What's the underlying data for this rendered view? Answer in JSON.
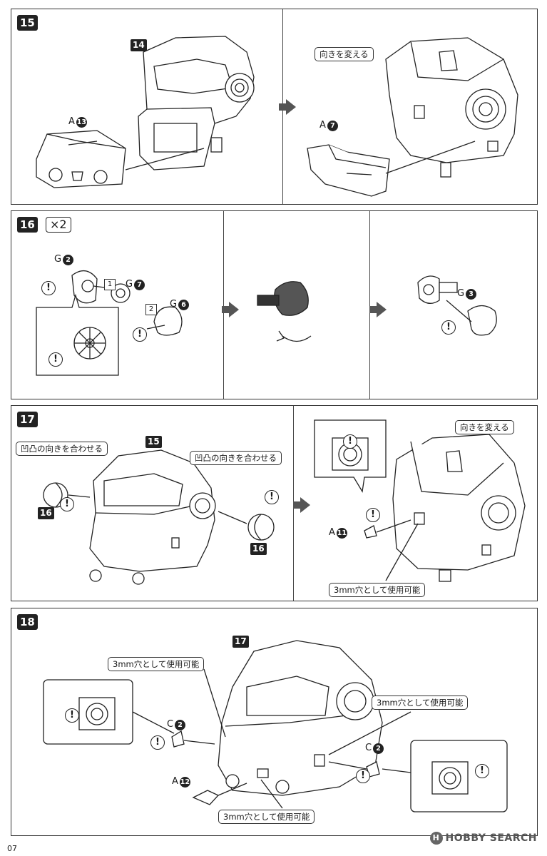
{
  "page_number": "07",
  "watermark": {
    "logo": "H",
    "text": "HOBBY SEARCH"
  },
  "steps": {
    "s15": {
      "step": "15",
      "ref_part": "14",
      "callout": "向きを変える",
      "part_a": "A",
      "part_a_num": "13",
      "part_b": "A",
      "part_b_num": "7"
    },
    "s16": {
      "step": "16",
      "multiplier": "×2",
      "g2": "G",
      "g2_num": "2",
      "g7": "G",
      "g7_num": "7",
      "g6": "G",
      "g6_num": "6",
      "g3": "G",
      "g3_num": "3",
      "order1": "1",
      "order2": "2"
    },
    "s17": {
      "step": "17",
      "ref_part": "15",
      "callout_left": "凹凸の向きを合わせる",
      "callout_mid": "凹凸の向きを合わせる",
      "callout_right": "向きを変える",
      "sub_left": "16",
      "sub_right": "16",
      "part": "A",
      "part_num": "11",
      "hole_label": "3mm穴として使用可能"
    },
    "s18": {
      "step": "18",
      "ref_part": "17",
      "hole_label_top": "3mm穴として使用可能",
      "hole_label_right": "3mm穴として使用可能",
      "hole_label_bottom": "3mm穴として使用可能",
      "c_left": "C",
      "c_left_num": "2",
      "c_right": "C",
      "c_right_num": "2",
      "a_part": "A",
      "a_part_num": "12"
    }
  },
  "warn_symbol": "!"
}
